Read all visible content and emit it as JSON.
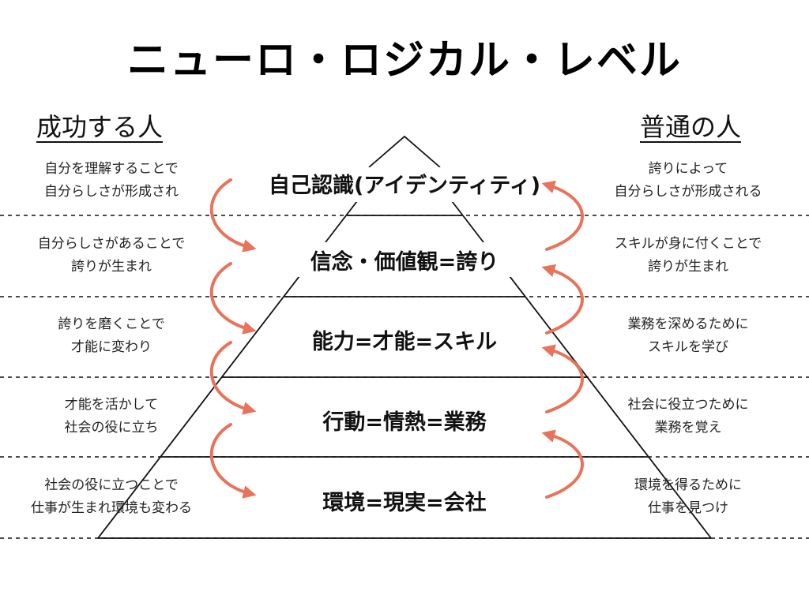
{
  "title": "ニューロ・ロジカル・レベル",
  "left_heading": "成功する人",
  "right_heading": "普通の人",
  "levels": [
    {
      "label": "自己認識(アイデンティティ)"
    },
    {
      "label": "信念・価値観=誇り"
    },
    {
      "label": "能力=才能=スキル"
    },
    {
      "label": "行動=情熱=業務"
    },
    {
      "label": "環境=現実=会社"
    }
  ],
  "left_notes": [
    {
      "line1": "自分を理解することで",
      "line2": "自分らしさが形成され"
    },
    {
      "line1": "自分らしさがあることで",
      "line2": "誇りが生まれ"
    },
    {
      "line1": "誇りを磨くことで",
      "line2": "才能に変わり"
    },
    {
      "line1": "才能を活かして",
      "line2": "社会の役に立ち"
    },
    {
      "line1": "社会の役に立つことで",
      "line2": "仕事が生まれ環境も変わる"
    }
  ],
  "right_notes": [
    {
      "line1": "誇りによって",
      "line2": "自分らしさが形成される"
    },
    {
      "line1": "スキルが身に付くことで",
      "line2": "誇りが生まれ"
    },
    {
      "line1": "業務を深めるために",
      "line2": "スキルを学び"
    },
    {
      "line1": "社会に役立つために",
      "line2": "業務を覚え"
    },
    {
      "line1": "環境を得るために",
      "line2": "仕事を見つけ"
    }
  ],
  "colors": {
    "arrow": "#e8735a",
    "lines": "#111111"
  },
  "left_arrow_direction": "down",
  "right_arrow_direction": "up"
}
